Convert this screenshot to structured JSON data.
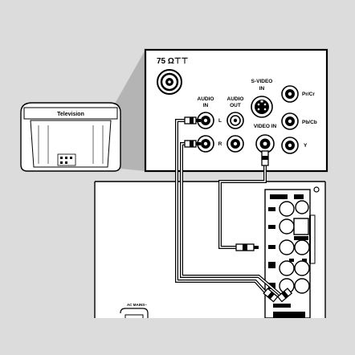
{
  "colors": {
    "background": "#dcdcdc",
    "wedge": "#b4b4b4",
    "panel": "#ffffff",
    "line": "#000000"
  },
  "tv": {
    "label": "Television"
  },
  "tv_panel": {
    "antenna_label": "75 Ω⊤⊤",
    "audio_in_line1": "AUDIO",
    "audio_in_line2": "IN",
    "audio_out_line1": "AUDIO",
    "audio_out_line2": "OUT",
    "svideo_line1": "S-VIDEO",
    "svideo_line2": "IN",
    "video_in_label": "VIDEO IN",
    "left_label": "L",
    "right_label": "R",
    "pr_label": "Pr/Cr",
    "pb_label": "Pb/Cb",
    "y_label": "Y"
  },
  "device": {
    "port_label": "AC MAINS~"
  },
  "icons": [
    "coax-antenna-socket-icon",
    "rca-jack-icon",
    "svideo-socket-icon",
    "rca-plug-icon"
  ]
}
